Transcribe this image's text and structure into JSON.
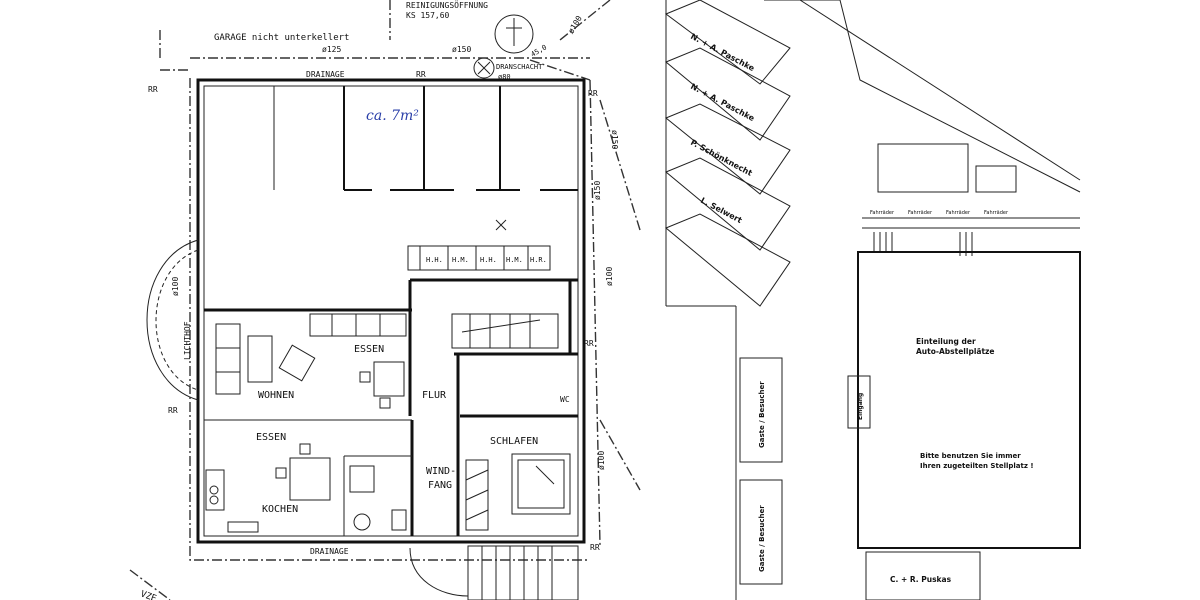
{
  "top": {
    "garage": "GARAGE nicht unterkellert",
    "cleaning_opening": "REINIGUNGSÖFFNUNG",
    "ks": "KS 157,60",
    "pipe125": "ø125",
    "pipe150_top": "ø150",
    "pipe100_top": "ø100",
    "drainage_top": "DRAINAGE",
    "rr_top": "RR",
    "drain_shaft": "DRANSCHACHT",
    "shaft_size": "ø80",
    "shaft_dim": "45,0"
  },
  "annotations": {
    "handwritten": "ca. 7m²",
    "rr_left_top": "RR",
    "rr_right_top": "RR",
    "rr_mid_right": "RR",
    "rr_left_mid": "RR",
    "rr_bottom_right": "RR",
    "pipe150_right_a": "ø150",
    "pipe150_right_b": "ø150",
    "pipe100_left": "ø100",
    "pipe100_right_a": "ø100",
    "pipe100_right_b": "ø100",
    "lichthof": "LICHTHOF",
    "drainage_bottom": "DRAINAGE",
    "vze": "VZE"
  },
  "rooms": {
    "essen_top": "ESSEN",
    "wohnen": "WOHNEN",
    "flur": "FLUR",
    "wc": "WC",
    "essen_bottom": "ESSEN",
    "schlafen": "SCHLAFEN",
    "windfang": "WIND-\nFANG",
    "windfang_1": "WIND-",
    "windfang_2": "FANG",
    "kochen": "KOCHEN"
  },
  "cabinet_labels": [
    "H.H.",
    "H.M.",
    "H.H.",
    "H.M.",
    "H.R."
  ],
  "parking": {
    "slots": [
      "N. + A. Paschke",
      "N. + A. Paschke",
      "P. Schönknecht",
      "L. Selwert"
    ],
    "bikes": [
      "Fahrräder",
      "Fahrräder",
      "Fahrräder",
      "Fahrräder"
    ],
    "info_title_1": "Einteilung der",
    "info_title_2": "Auto-Abstellplätze",
    "entrance": "Eingang",
    "notice_1": "Bitte benutzen Sie immer",
    "notice_2": "Ihren zugeteilten Stellplatz !",
    "guest_1": "Gaste / Besucher",
    "guest_2": "Gaste / Besucher",
    "bottom_slot": "C. + R. Puskas"
  }
}
